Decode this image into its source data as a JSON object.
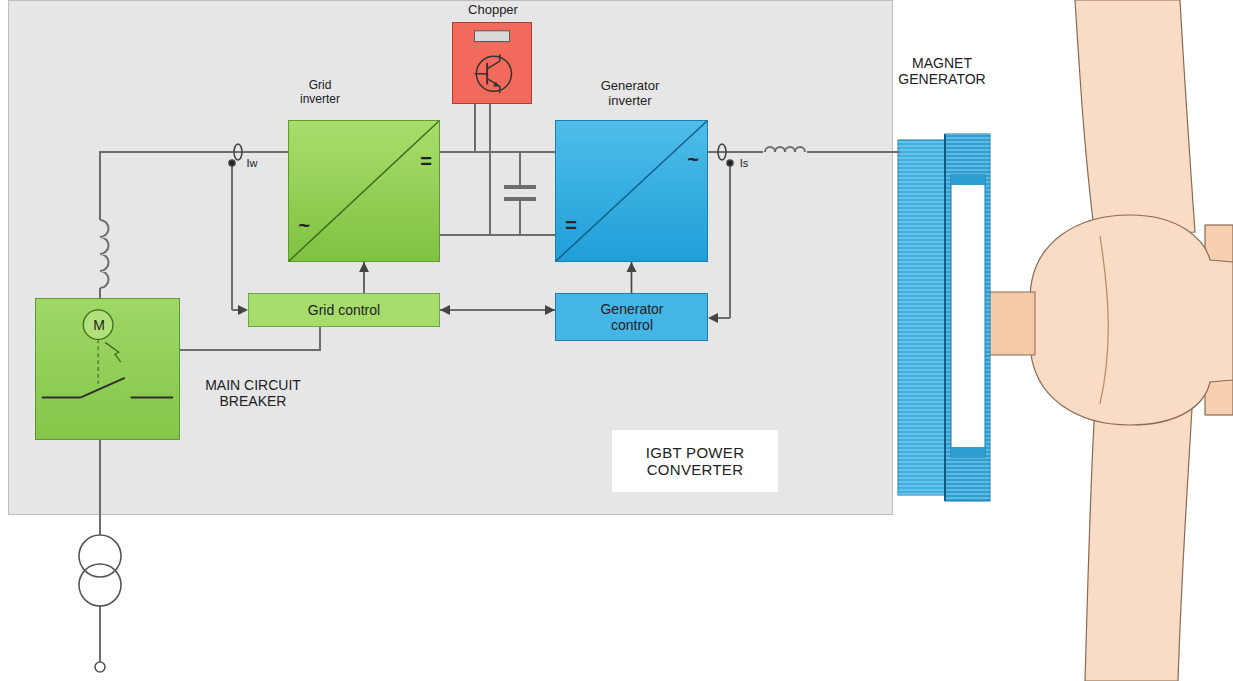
{
  "diagram": {
    "nodes": [
      {
        "text": [
          "IGBT POWER CONVERTER"
        ]
      },
      {
        "text": [
          "Chopper"
        ],
        "in": 0
      },
      {
        "text": [
          "Grid inverter",
          "=",
          "~"
        ],
        "in": 0
      },
      {
        "text": [
          "Generator inverter",
          "~",
          "="
        ],
        "in": 0
      },
      {
        "text": [
          "Grid control"
        ],
        "in": 0
      },
      {
        "text": [
          "Generator control"
        ],
        "in": 0
      },
      {
        "text": [
          "MAIN CIRCUIT BREAKER",
          "M"
        ],
        "in": 0
      }
    ],
    "edges": [
      {
        "from": 4,
        "to": 2,
        "arrow": "to"
      },
      {
        "from": 5,
        "to": 3,
        "arrow": "to"
      },
      {
        "from": 4,
        "to": 5,
        "arrow": "both"
      },
      {
        "from": 4,
        "to": 6,
        "arrow": "none"
      },
      {
        "from": 6,
        "to": 2,
        "arrow": "none"
      },
      {
        "from": 2,
        "to": 3,
        "arrow": "none"
      },
      {
        "from": 1,
        "to": 2,
        "arrow": "none"
      }
    ],
    "labels": [
      "Iw",
      "Is",
      "MAGNET GENERATOR"
    ]
  }
}
